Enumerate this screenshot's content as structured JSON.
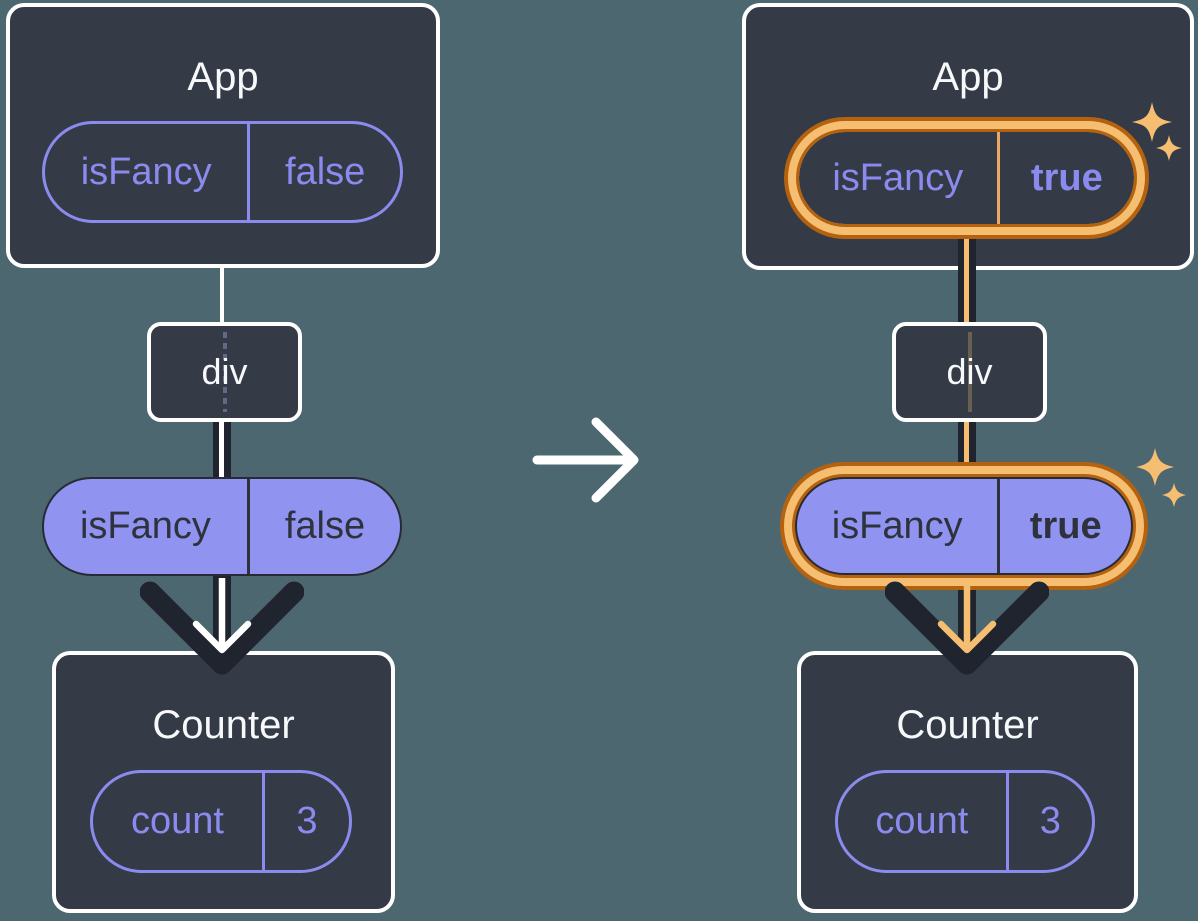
{
  "diagram_title": "react-state-flow-before-after",
  "colors": {
    "background": "#4D6770",
    "card": "#343B47",
    "card_border": "#FFFFFF",
    "purple": "#8B8BEF",
    "purple_fill": "#9193F0",
    "dark_ink": "#20242E",
    "highlight_orange_light": "#F6BE70",
    "highlight_orange_dark": "#B4620F"
  },
  "transition": {
    "icon": "right-arrow"
  },
  "trees": {
    "before": {
      "app": {
        "title": "App",
        "prop_name": "isFancy",
        "prop_value": "false"
      },
      "div": {
        "label": "div"
      },
      "passed_prop": {
        "name": "isFancy",
        "value": "false"
      },
      "counter": {
        "title": "Counter",
        "state_name": "count",
        "state_value": "3"
      }
    },
    "after": {
      "app": {
        "title": "App",
        "prop_name": "isFancy",
        "prop_value": "true"
      },
      "div": {
        "label": "div"
      },
      "passed_prop": {
        "name": "isFancy",
        "value": "true"
      },
      "counter": {
        "title": "Counter",
        "state_name": "count",
        "state_value": "3"
      }
    }
  }
}
